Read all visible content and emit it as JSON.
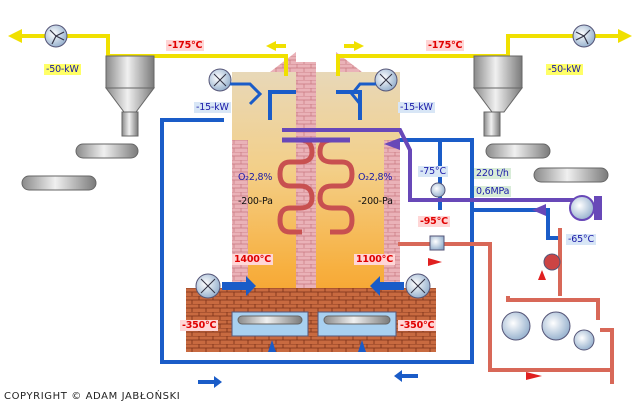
{
  "labels": {
    "flue_temp_left": "-175°C",
    "flue_temp_right": "-175°C",
    "fan_power_left": "-50-kW",
    "fan_power_right": "-50-kW",
    "burner_fan_left": "-15-kW",
    "burner_fan_right": "-15-kW",
    "o2_left": "O₂2,8%",
    "o2_right": "O₂2,8%",
    "pressure_left": "-200-Pa",
    "pressure_right": "-200-Pa",
    "furnace_temp_left": "1400°C",
    "furnace_temp_right": "1100°C",
    "floor_temp_left": "-350°C",
    "floor_temp_right": "-350°C",
    "water_temp_75": "-75°C",
    "water_temp_95": "-95°C",
    "water_temp_65": "-65°C",
    "flow_rate": "220 t/h",
    "flow_pressure": "0,6MPa"
  },
  "copyright": "COPYRIGHT © ADAM JABŁOŃSKI",
  "colors": {
    "flue_gas": "#f0e000",
    "cold_water": "#1a5cc8",
    "hot_water": "#d86858",
    "return_water": "#6848b8",
    "brick": "#e8a8b0",
    "flame": "#f5a020"
  },
  "icons": [
    "fan-icon",
    "filter-icon",
    "valve-icon",
    "pump-icon",
    "flow-arrow-icon"
  ]
}
